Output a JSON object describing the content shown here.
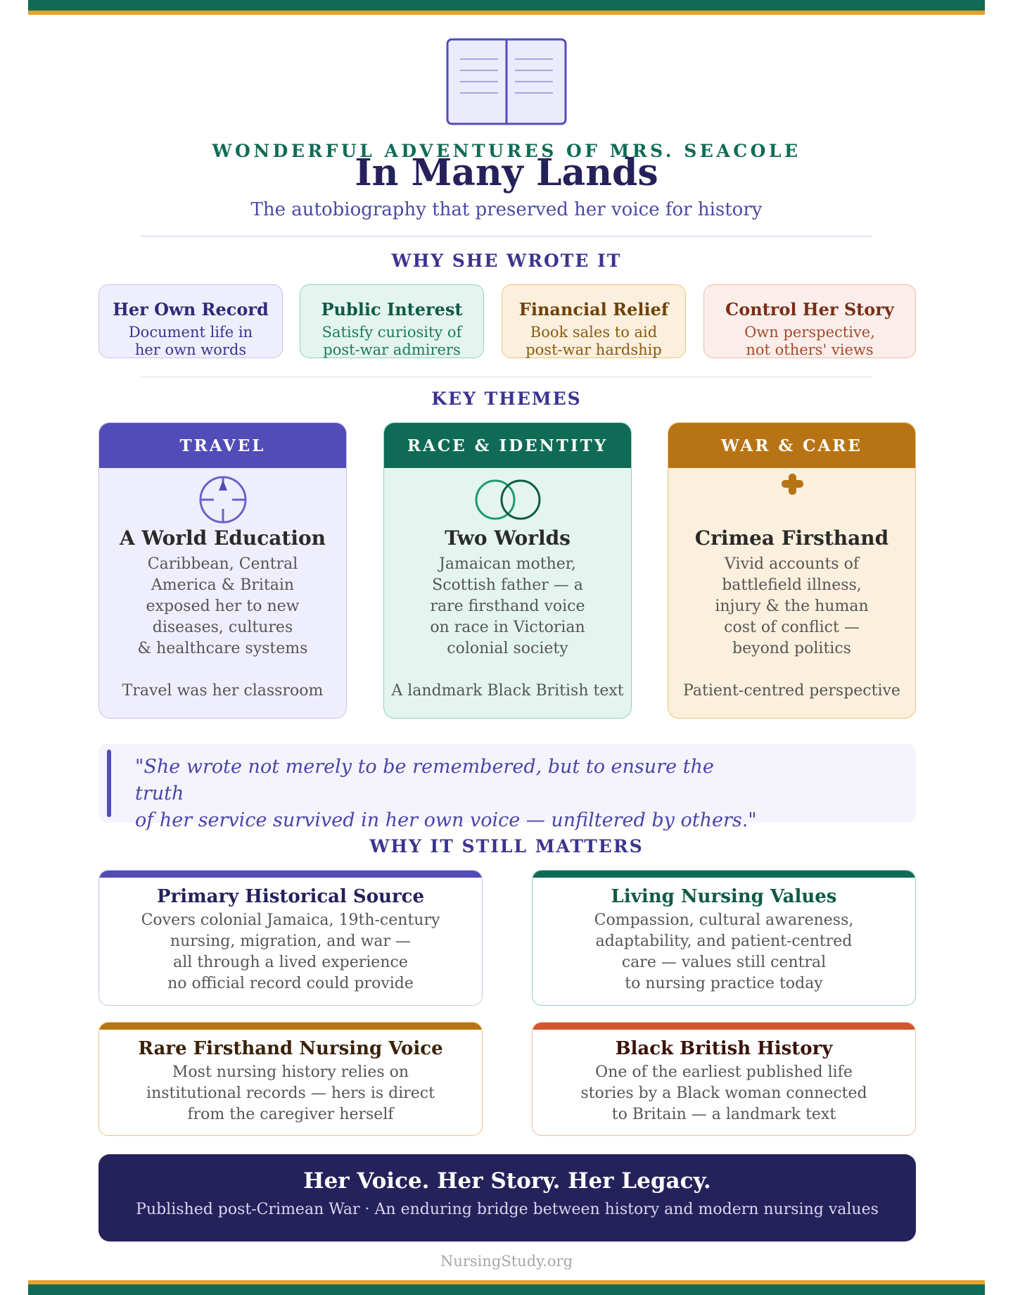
{
  "header": {
    "kicker": "WONDERFUL ADVENTURES OF MRS. SEACOLE",
    "title": "In Many Lands",
    "subtitle": "The autobiography that preserved her voice for history",
    "book_icon": "open-book-icon"
  },
  "why_wrote": {
    "heading": "WHY SHE WROTE IT",
    "reasons": [
      {
        "title": "Her Own Record",
        "line1": "Document life in",
        "line2": "her own words"
      },
      {
        "title": "Public Interest",
        "line1": "Satisfy curiosity of",
        "line2": "post-war admirers"
      },
      {
        "title": "Financial Relief",
        "line1": "Book sales to aid",
        "line2": "post-war hardship"
      },
      {
        "title": "Control Her Story",
        "line1": "Own perspective,",
        "line2": "not others' views"
      }
    ]
  },
  "themes": {
    "heading": "KEY THEMES",
    "items": [
      {
        "label": "TRAVEL",
        "title": "A World Education",
        "lines": [
          "Caribbean, Central",
          "America & Britain",
          "exposed her to new",
          "diseases, cultures",
          "& healthcare systems"
        ],
        "footer": "Travel was her classroom",
        "icon": "compass-icon"
      },
      {
        "label": "RACE & IDENTITY",
        "title": "Two Worlds",
        "lines": [
          "Jamaican mother,",
          "Scottish father — a",
          "rare firsthand voice",
          "on race in Victorian",
          "colonial society"
        ],
        "footer": "A landmark Black British text",
        "icon": "two-circles-icon"
      },
      {
        "label": "WAR & CARE",
        "title": "Crimea Firsthand",
        "lines": [
          "Vivid accounts of",
          "battlefield illness,",
          "injury & the human",
          "cost of conflict —",
          "beyond politics"
        ],
        "footer": "Patient-centred perspective",
        "icon": "medical-cross-icon"
      }
    ]
  },
  "quote": {
    "line1": "\"She wrote not merely to be remembered, but to ensure the truth",
    "line2": "of her service survived in her own voice — unfiltered by others.\""
  },
  "matters": {
    "heading": "WHY IT STILL MATTERS",
    "items": [
      {
        "title": "Primary Historical Source",
        "lines": [
          "Covers colonial Jamaica, 19th-century",
          "nursing, migration, and war —",
          "all through a lived experience",
          "no official record could provide"
        ]
      },
      {
        "title": "Living Nursing Values",
        "lines": [
          "Compassion, cultural awareness,",
          "adaptability, and patient-centred",
          "care — values still central",
          "to nursing practice today"
        ]
      },
      {
        "title": "Rare Firsthand Nursing Voice",
        "lines": [
          "Most nursing history relies on",
          "institutional records — hers is direct",
          "from the caregiver herself"
        ]
      },
      {
        "title": "Black British History",
        "lines": [
          "One of the earliest published life",
          "stories by a Black woman connected",
          "to Britain — a landmark text"
        ]
      }
    ]
  },
  "banner": {
    "title": "Her Voice. Her Story. Her Legacy.",
    "subtitle": "Published post-Crimean War · An enduring bridge between history and modern nursing values"
  },
  "credit": "NursingStudy.org",
  "colors": {
    "indigo": "#524cb8",
    "green": "#0f6b55",
    "amber": "#b87414",
    "red": "#d4562f",
    "navy": "#25215a"
  }
}
